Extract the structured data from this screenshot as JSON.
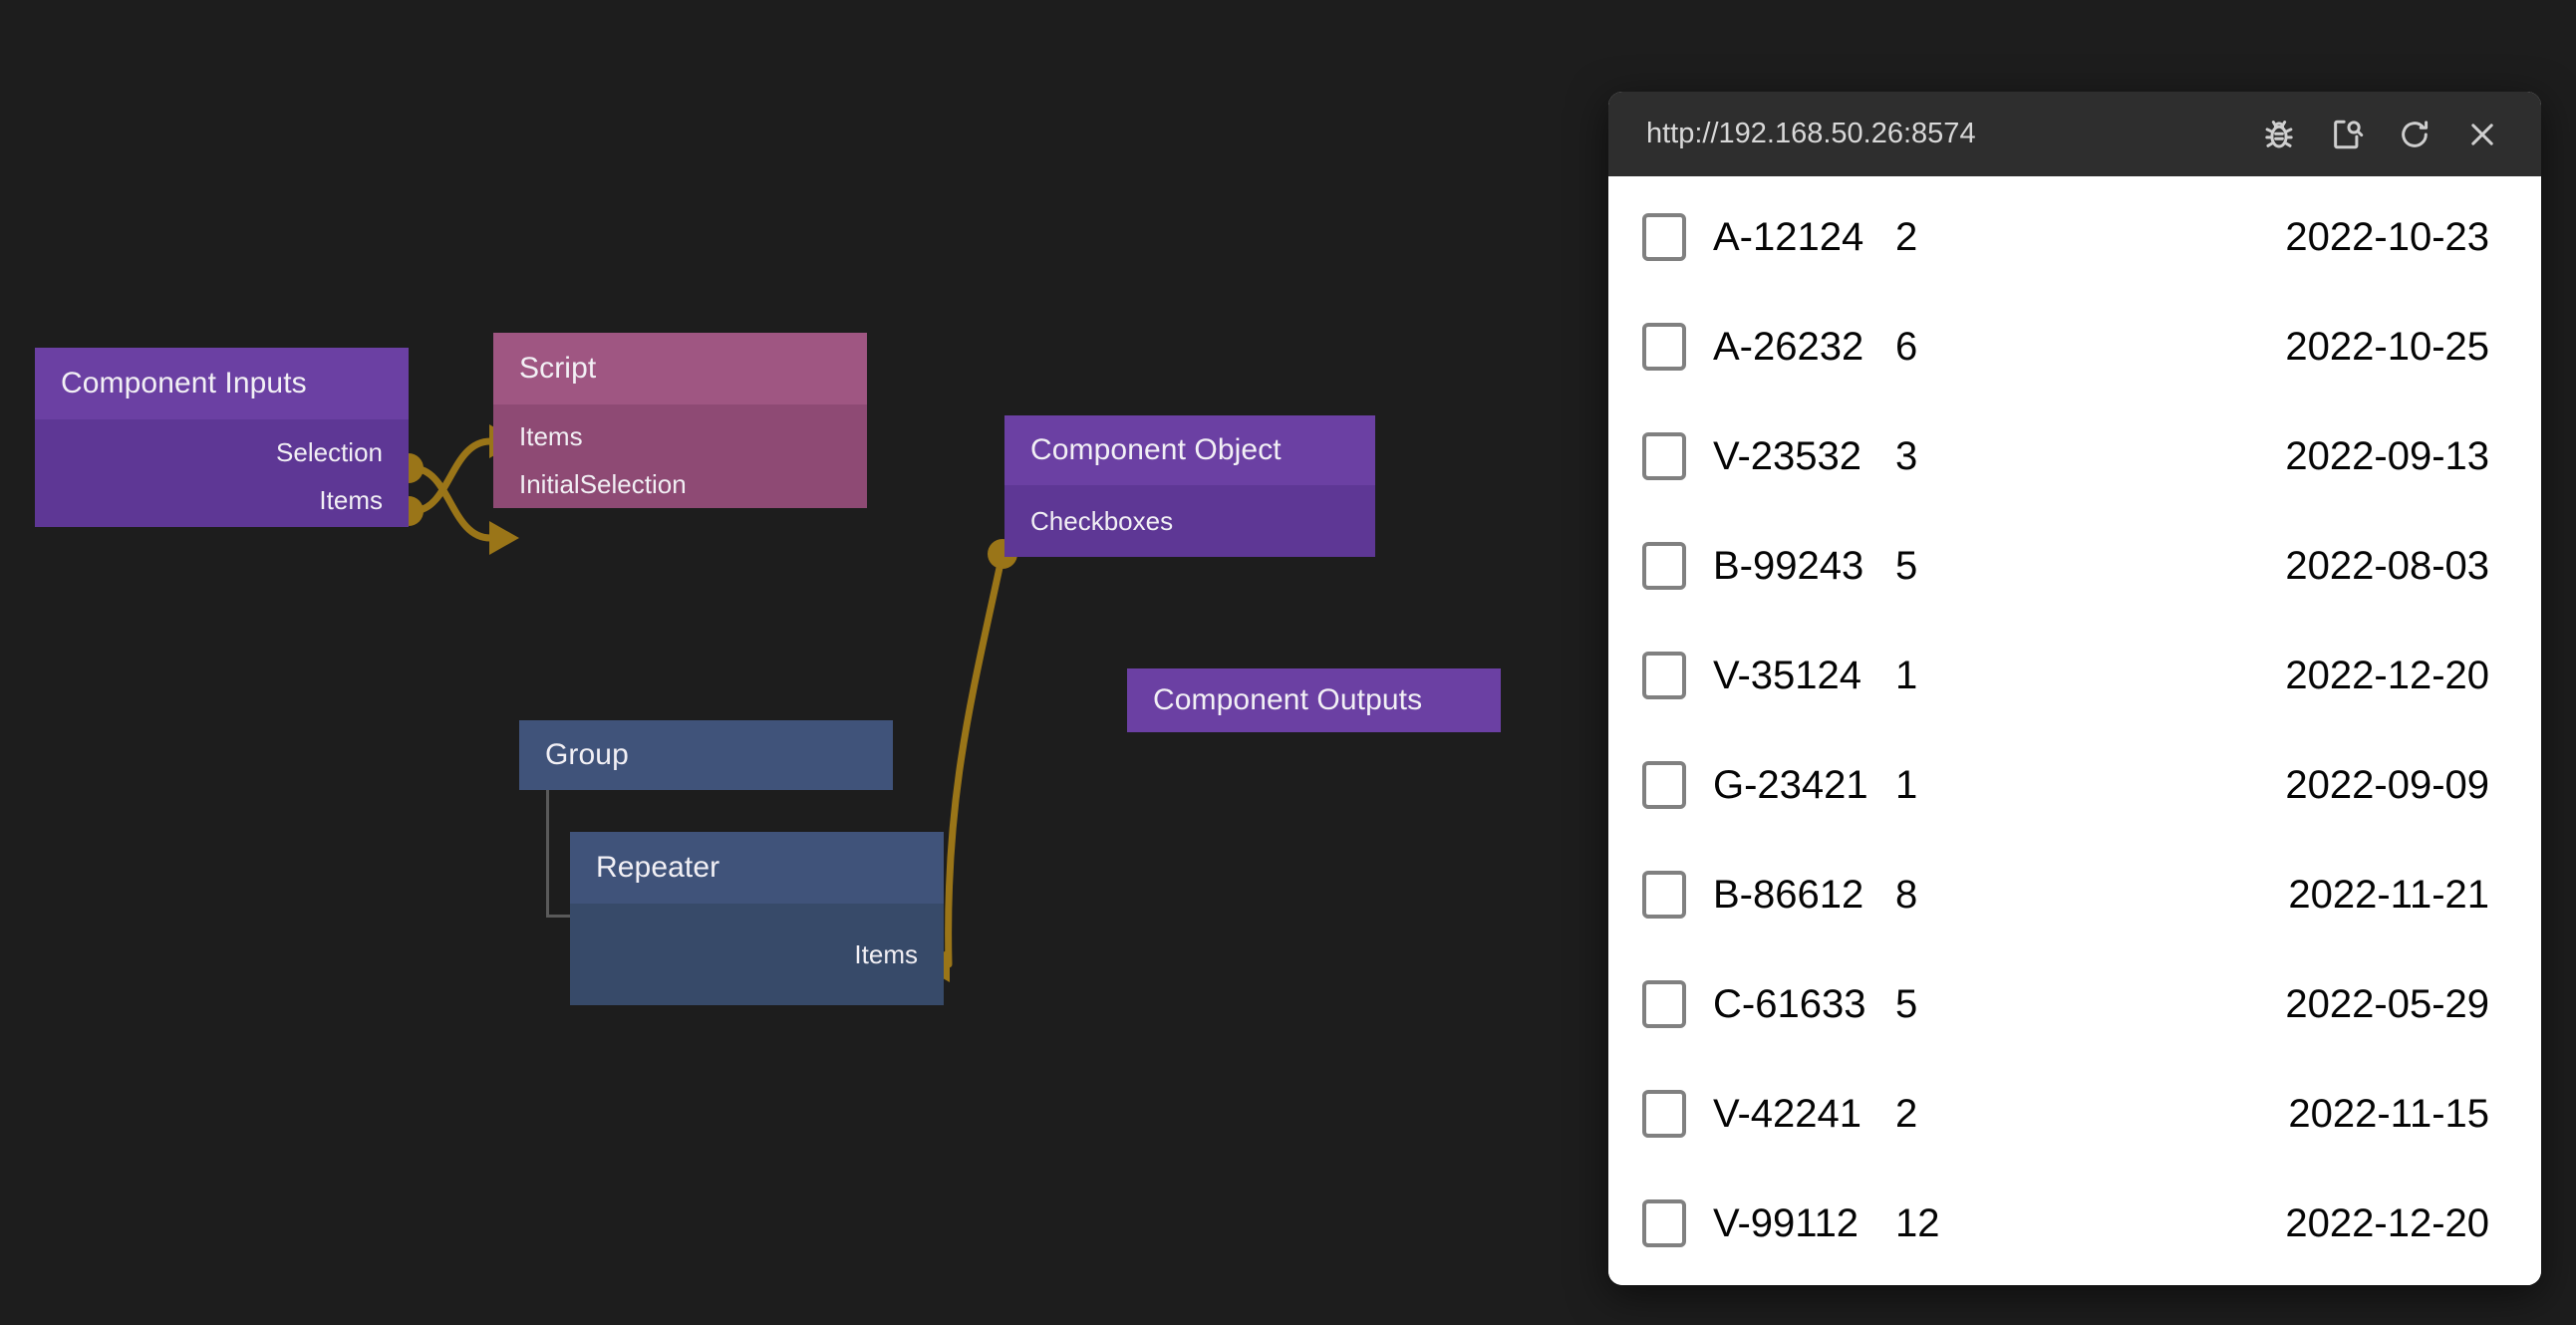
{
  "canvas": {
    "background_color": "#1d1d1d",
    "wire_color": "#9a7518",
    "nodes": [
      {
        "id": "component-inputs",
        "title": "Component Inputs",
        "kind": "purple",
        "header_color": "#6b40a3",
        "body_color": "#5e3795",
        "output_ports": [
          "Selection",
          "Items"
        ],
        "input_ports": []
      },
      {
        "id": "script",
        "title": "Script",
        "kind": "mauve",
        "header_color": "#9f5682",
        "body_color": "#8e4a74",
        "output_ports": [],
        "input_ports": [
          "Items",
          "InitialSelection"
        ]
      },
      {
        "id": "component-object",
        "title": "Component Object",
        "kind": "purple",
        "header_color": "#6b40a3",
        "body_color": "#5e3795",
        "output_ports": [],
        "input_ports": [
          "Checkboxes"
        ]
      },
      {
        "id": "component-outputs",
        "title": "Component Outputs",
        "kind": "purple",
        "header_color": "#6b40a3",
        "body_color": "#6b40a3",
        "output_ports": [],
        "input_ports": []
      },
      {
        "id": "group",
        "title": "Group",
        "kind": "blue",
        "header_color": "#40537a",
        "body_color": "#374a69",
        "output_ports": [],
        "input_ports": []
      },
      {
        "id": "repeater",
        "title": "Repeater",
        "kind": "blue",
        "header_color": "#40537a",
        "body_color": "#374a69",
        "output_ports": [
          "Items"
        ],
        "input_ports": []
      }
    ],
    "connections": [
      {
        "from": "component-inputs.Selection",
        "to": "script.InitialSelection"
      },
      {
        "from": "component-inputs.Items",
        "to": "script.Items"
      },
      {
        "from": "component-object.Checkboxes",
        "to": "repeater.Items"
      }
    ]
  },
  "preview_panel": {
    "url": "http://192.168.50.26:8574",
    "titlebar_background": "#2e2e2e",
    "icons": [
      {
        "name": "bug-icon",
        "label": "Debug"
      },
      {
        "name": "page-search-icon",
        "label": "Inspect"
      },
      {
        "name": "reload-icon",
        "label": "Reload"
      },
      {
        "name": "close-icon",
        "label": "Close"
      }
    ],
    "table": {
      "columns": [
        "checkbox",
        "id",
        "quantity",
        "date"
      ],
      "rows": [
        {
          "checked": false,
          "id": "A-12124",
          "quantity": "2",
          "date": "2022-10-23"
        },
        {
          "checked": false,
          "id": "A-26232",
          "quantity": "6",
          "date": "2022-10-25"
        },
        {
          "checked": false,
          "id": "V-23532",
          "quantity": "3",
          "date": "2022-09-13"
        },
        {
          "checked": false,
          "id": "B-99243",
          "quantity": "5",
          "date": "2022-08-03"
        },
        {
          "checked": false,
          "id": "V-35124",
          "quantity": "1",
          "date": "2022-12-20"
        },
        {
          "checked": false,
          "id": "G-23421",
          "quantity": "1",
          "date": "2022-09-09"
        },
        {
          "checked": false,
          "id": "B-86612",
          "quantity": "8",
          "date": "2022-11-21"
        },
        {
          "checked": false,
          "id": "C-61633",
          "quantity": "5",
          "date": "2022-05-29"
        },
        {
          "checked": false,
          "id": "V-42241",
          "quantity": "2",
          "date": "2022-11-15"
        },
        {
          "checked": false,
          "id": "V-99112",
          "quantity": "12",
          "date": "2022-12-20"
        }
      ]
    }
  }
}
